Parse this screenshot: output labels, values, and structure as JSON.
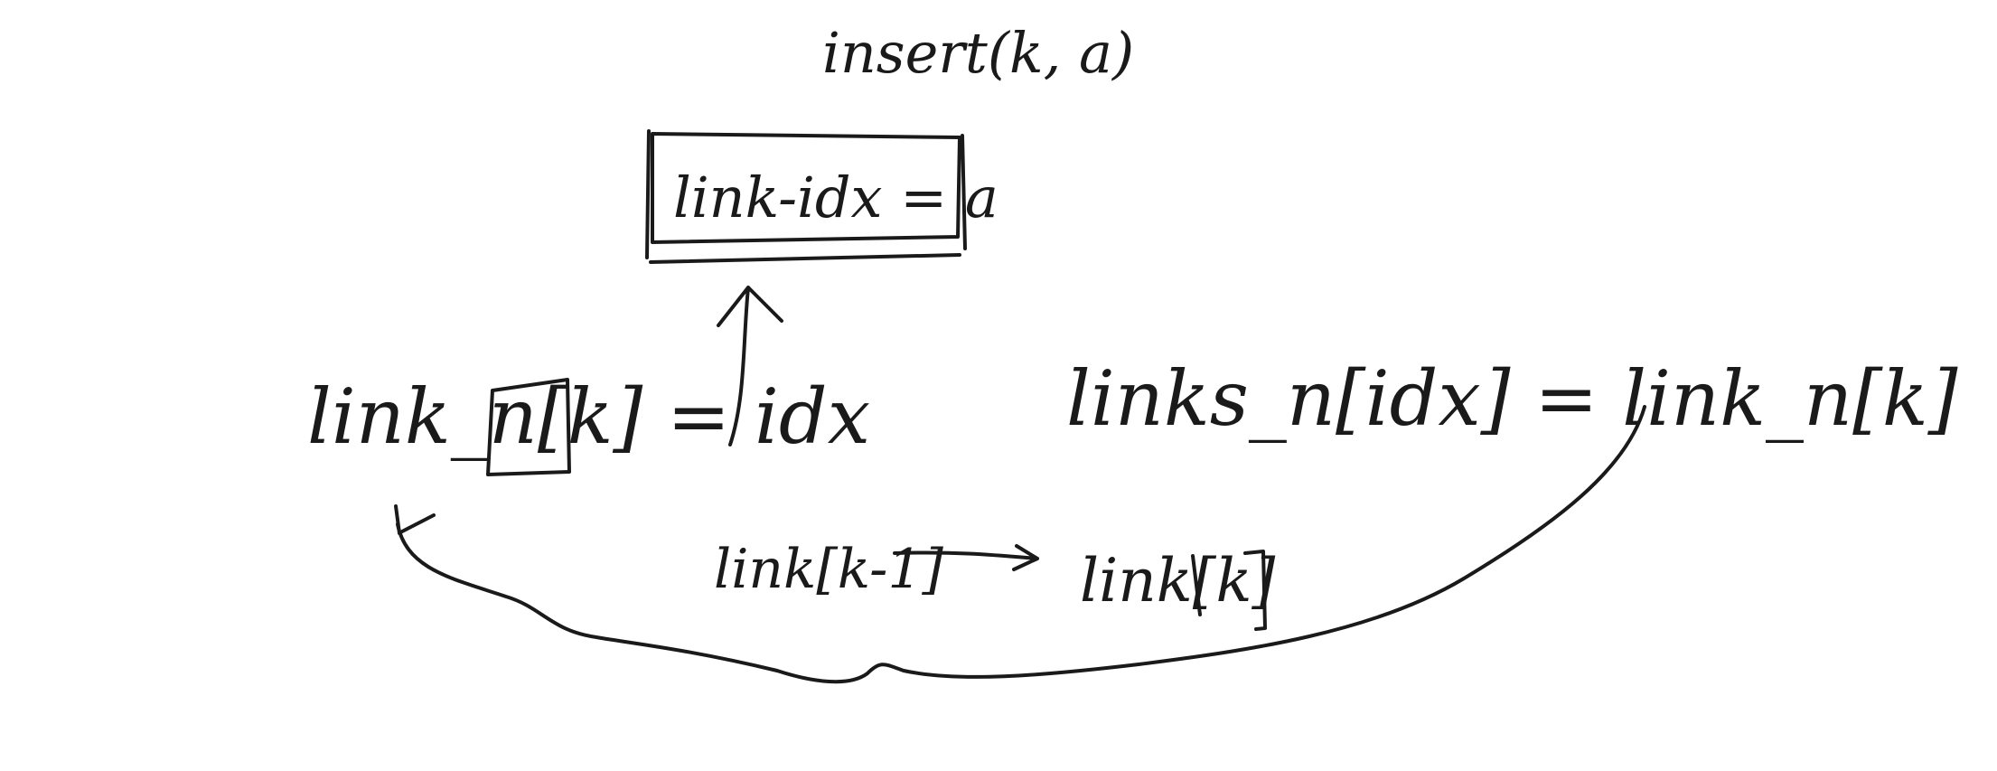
{
  "diagram": {
    "title": "insert(k, a)",
    "box_label": "link-idx = a",
    "left_expr": "link_n[k] = idx",
    "right_expr": "links_n[idx] = link_n[k]",
    "bottom_left": "link[k-1]",
    "bottom_right": "link[k]"
  },
  "colors": {
    "ink": "#1a1a1a",
    "background": "#ffffff"
  }
}
